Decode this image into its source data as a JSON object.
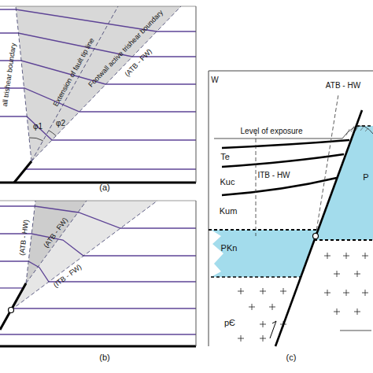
{
  "diagram": {
    "nodes": [
      {
        "text": [
          "PKn"
        ]
      },
      {
        "text": [
          "P"
        ]
      }
    ],
    "labels": [
      "(a)",
      "(b)",
      "(c)",
      "all trishear boundary",
      "Extension of fault tip line",
      "Footwall active trishear boundary",
      "(ATB - FW)",
      "φ1",
      "φ2",
      "(ATB - HW)",
      "(ATB - FW)",
      "(ITB - FW)",
      "W",
      "ATB - HW",
      "Level of exposure",
      "Te",
      "ITB - HW",
      "Kuc",
      "Kum",
      "pЄ"
    ]
  }
}
